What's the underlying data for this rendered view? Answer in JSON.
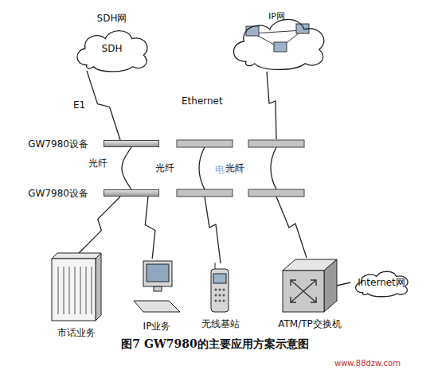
{
  "diagram": {
    "caption": "图7 GW7980的主要应用方案示意图",
    "nodes": [
      {
        "text": [
          "SDH网",
          "SDH"
        ]
      },
      {
        "text": [
          "IP网"
        ]
      },
      {
        "text": [
          "GW7980设备"
        ]
      },
      {
        "text": [
          "GW7980设备"
        ]
      },
      {
        "text": [
          "市话业务"
        ]
      },
      {
        "text": [
          "IP业务"
        ]
      },
      {
        "text": [
          "无线基站"
        ]
      },
      {
        "text": [
          "ATM/TP交换机"
        ]
      },
      {
        "text": [
          "Internet网"
        ]
      }
    ],
    "edges": [
      {
        "from": 0,
        "to": 2,
        "label": "E1",
        "arrow": "none"
      },
      {
        "from": 2,
        "to": 3,
        "label": "光纤",
        "arrow": "none"
      },
      {
        "from": 3,
        "to": 4,
        "arrow": "none"
      },
      {
        "from": 3,
        "to": 5,
        "arrow": "none"
      },
      {
        "from": 7,
        "to": 8,
        "arrow": "none"
      }
    ],
    "labels": [
      "Ethernet",
      "光纤",
      "光纤",
      "电子网",
      "www.88dzw.com"
    ]
  }
}
